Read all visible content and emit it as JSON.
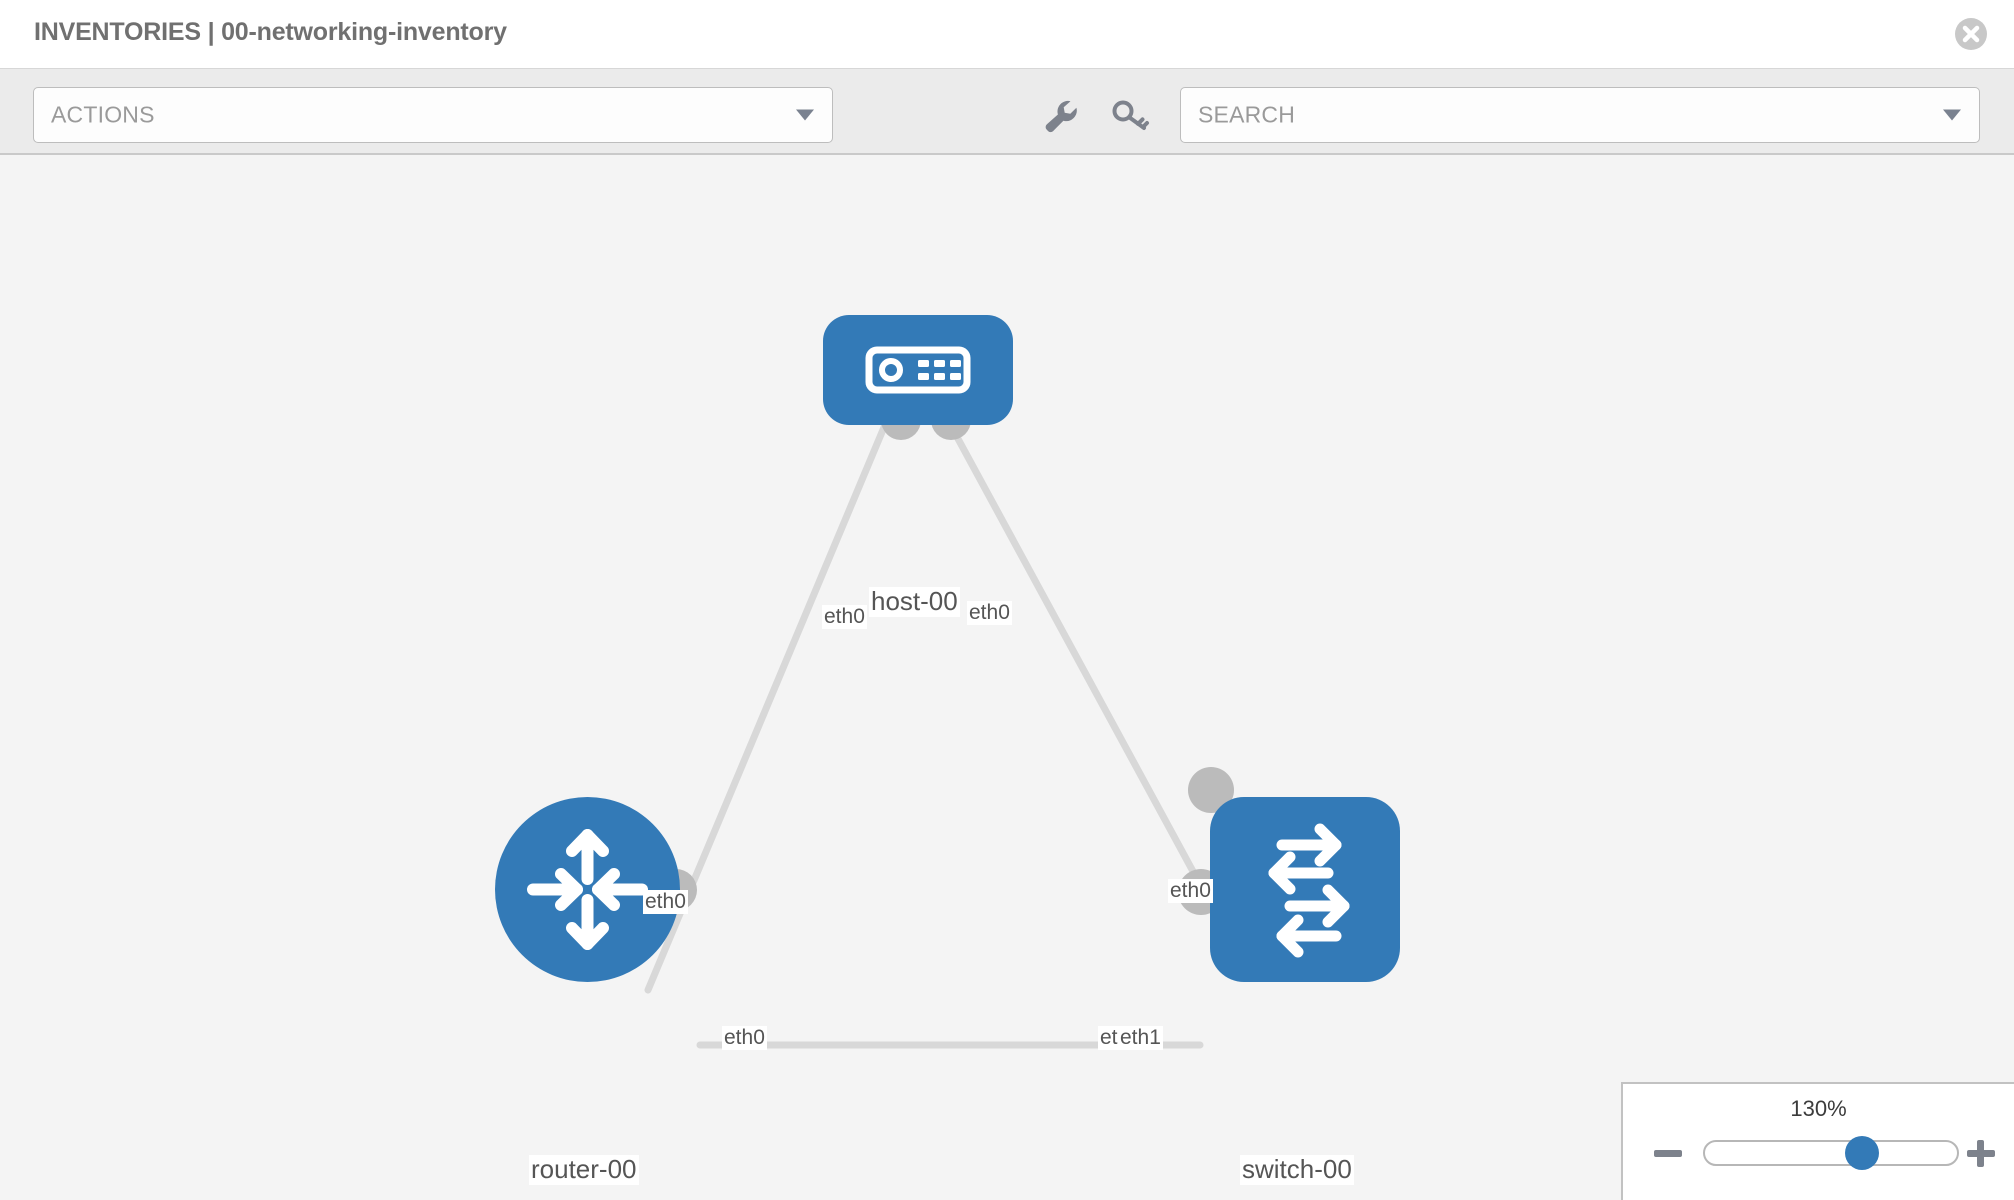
{
  "header": {
    "title": "INVENTORIES | 00-networking-inventory",
    "close_icon": "close-circle-icon"
  },
  "toolbar": {
    "actions": {
      "label": "ACTIONS",
      "caret_icon": "chevron-down-icon"
    },
    "search": {
      "placeholder": "SEARCH",
      "value": "SEARCH",
      "caret_icon": "chevron-down-icon"
    },
    "icons": [
      {
        "name": "wrench-icon",
        "title": "wrench"
      },
      {
        "name": "key-icon",
        "title": "key"
      }
    ]
  },
  "topology": {
    "accent_color": "#337ab7",
    "port_color": "#bbbbbb",
    "link_color": "#d8d8d8",
    "canvas_background": "#f4f4f4",
    "nodes": [
      {
        "id": "host-00",
        "label": "host-00",
        "type": "host",
        "icon": "server-icon"
      },
      {
        "id": "router-00",
        "label": "router-00",
        "type": "router",
        "icon": "router-arrows-icon"
      },
      {
        "id": "switch-00",
        "label": "switch-00",
        "type": "switch",
        "icon": "switch-arrows-icon"
      }
    ],
    "links": [
      {
        "from": "host-00",
        "to": "router-00",
        "from_iface": "eth0",
        "to_iface": "eth0"
      },
      {
        "from": "host-00",
        "to": "switch-00",
        "from_iface": "eth0",
        "to_iface": "eth0"
      },
      {
        "from": "router-00",
        "to": "switch-00",
        "from_iface": "eth0",
        "to_iface": "eth1"
      }
    ],
    "interface_labels": {
      "host_left": "eth0",
      "host_right": "eth0",
      "router_up": "eth0",
      "switch_up": "eth0",
      "router_right": "eth0",
      "switch_left_a": "eth",
      "switch_left_b": "eth1"
    }
  },
  "zoom_control": {
    "level": "130%",
    "minus_label": "zoom-out",
    "plus_label": "zoom-in",
    "slider_value": 130,
    "slider_min": 10,
    "slider_max": 220
  }
}
